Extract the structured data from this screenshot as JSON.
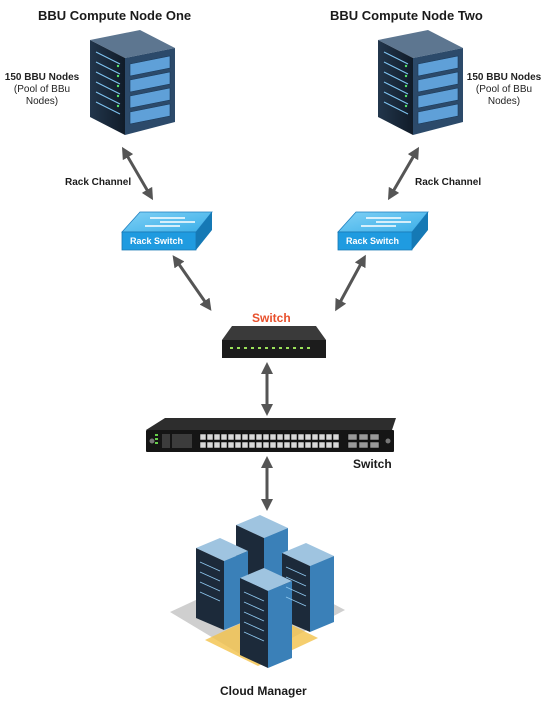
{
  "node_one": {
    "title": "BBU Compute Node One",
    "nodes_count": "150 BBU Nodes",
    "nodes_desc_1": "(Pool of BBu",
    "nodes_desc_2": "Nodes)",
    "channel_label": "Rack Channel",
    "rack_switch_label": "Rack Switch"
  },
  "node_two": {
    "title": "BBU Compute Node Two",
    "nodes_count": "150 BBU Nodes",
    "nodes_desc_1": "(Pool of BBu",
    "nodes_desc_2": "Nodes)",
    "channel_label": "Rack Channel",
    "rack_switch_label": "Rack Switch"
  },
  "core_switch": {
    "label": "Switch"
  },
  "distribution_switch": {
    "label": "Switch"
  },
  "cloud_manager": {
    "label": "Cloud Manager"
  },
  "colors": {
    "rack_switch_blue": "#1f9be0",
    "switch_label_red": "#e8502c",
    "server_dark": "#1c2a3a",
    "server_panel": "#3a80b8"
  }
}
